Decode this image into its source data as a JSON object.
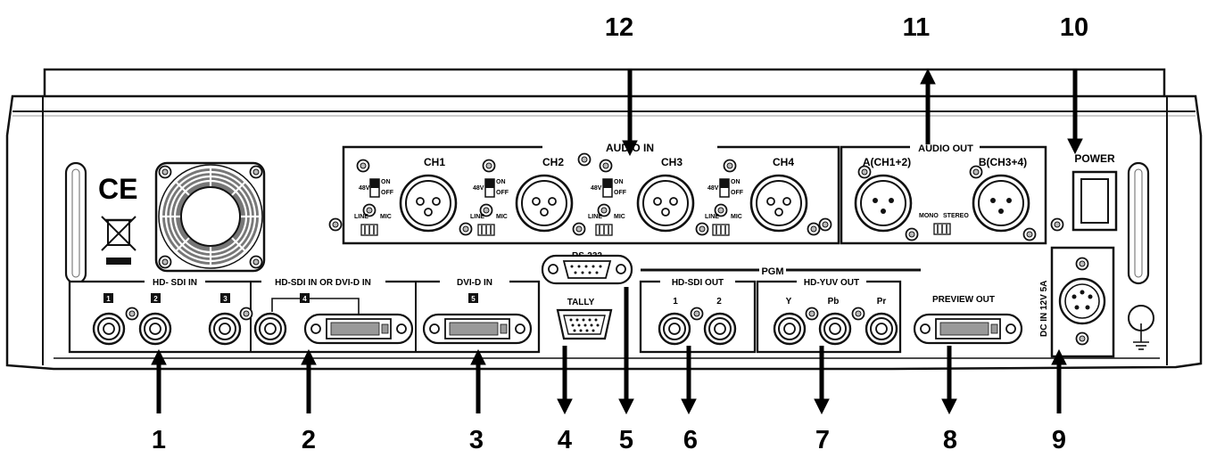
{
  "callouts": {
    "c1": "1",
    "c2": "2",
    "c3": "3",
    "c4": "4",
    "c5": "5",
    "c6": "6",
    "c7": "7",
    "c8": "8",
    "c9": "9",
    "c10": "10",
    "c11": "11",
    "c12": "12"
  },
  "panel": {
    "audio_in": "AUDIO IN",
    "audio_out": "AUDIO OUT",
    "ch1": "CH1",
    "ch2": "CH2",
    "ch3": "CH3",
    "ch4": "CH4",
    "out_a": "A(CH1+2)",
    "out_b": "B(CH3+4)",
    "phantom_48v": "48V",
    "sw_on": "ON",
    "sw_off": "OFF",
    "sw_line": "LINE",
    "sw_mic": "MIC",
    "mono": "MONO",
    "stereo": "STEREO",
    "power": "POWER",
    "ce_mark": "CE",
    "rs232": "RS-232",
    "tally": "TALLY",
    "pgm": "PGM",
    "hd_sdi_in": "HD- SDI IN",
    "hd_sdi_or_dvi_in": "HD-SDI IN OR DVI-D IN",
    "dvi_d_in": "DVI-D IN",
    "hd_sdi_out": "HD-SDI OUT",
    "hd_yuv_out": "HD-YUV OUT",
    "preview_out": "PREVIEW OUT",
    "dc_in": "DC IN 12V 5A",
    "in1": "1",
    "in2": "2",
    "in3": "3",
    "in4": "4",
    "in5": "5",
    "out1": "1",
    "out2": "2",
    "y": "Y",
    "pb": "Pb",
    "pr": "Pr"
  }
}
